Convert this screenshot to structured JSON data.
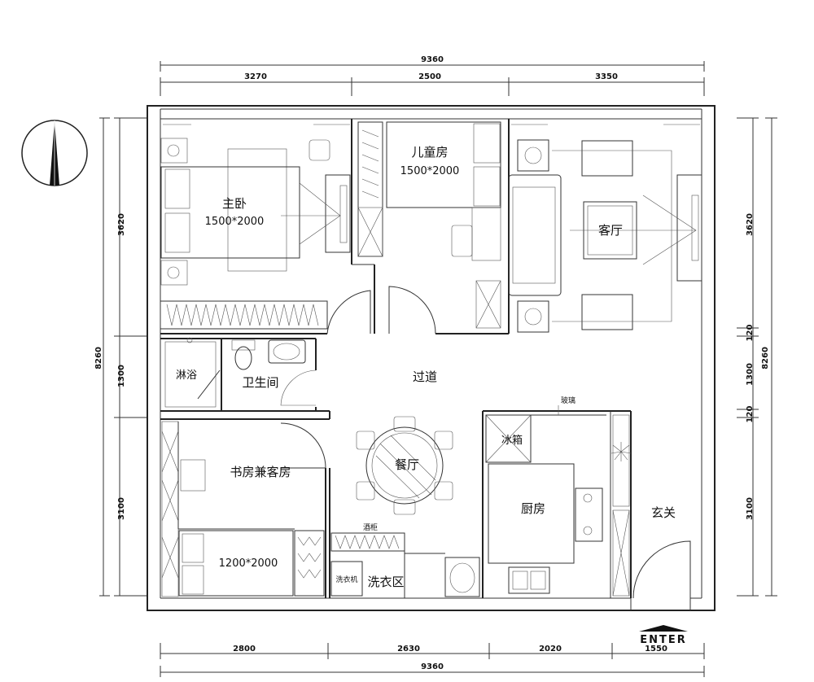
{
  "rooms": {
    "master_bedroom": "主卧",
    "master_bed_size": "1500*2000",
    "kids_room": "儿童房",
    "kids_bed_size": "1500*2000",
    "living_room": "客厅",
    "shower": "淋浴",
    "bathroom": "卫生间",
    "corridor": "过道",
    "study_guest": "书房兼客房",
    "study_bed_size": "1200*2000",
    "dining": "餐厅",
    "kitchen": "厨房",
    "entrance": "玄关",
    "laundry": "洗衣区"
  },
  "fixtures": {
    "fridge": "冰箱",
    "glass": "玻璃",
    "wine_cabinet": "酒柜",
    "washer": "洗衣机"
  },
  "entry_label": "ENTER",
  "dimensions": {
    "top_total": "9360",
    "top": [
      "3270",
      "2500",
      "3350"
    ],
    "bottom": [
      "2800",
      "2630",
      "2020",
      "1550"
    ],
    "bottom_total": "9360",
    "left": [
      "3620",
      "1300",
      "3100"
    ],
    "left_total": "8260",
    "right": [
      "3620",
      "120",
      "1300",
      "120",
      "3100"
    ],
    "right_total": "8260"
  },
  "icons": [
    "north-arrow-icon",
    "entry-arrow-icon"
  ]
}
